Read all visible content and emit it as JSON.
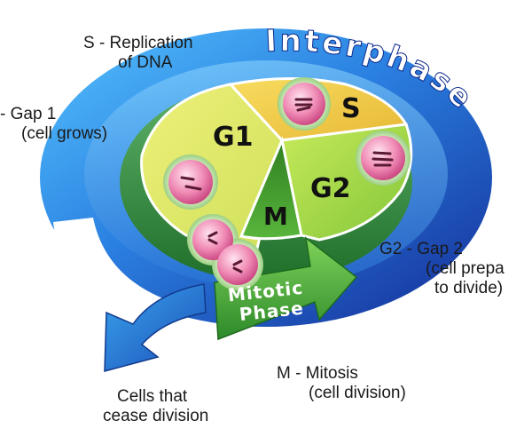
{
  "ring_title": "Interphase",
  "phases": {
    "g1": "G1",
    "s": "S",
    "g2": "G2",
    "m": "M"
  },
  "mitotic": {
    "line1": "Mitotic",
    "line2": "Phase"
  },
  "labels": {
    "s_replication": {
      "line1": "S - Replication",
      "line2": "of DNA"
    },
    "g1_gap": {
      "line1": "- Gap 1",
      "line2": "(cell grows)"
    },
    "g2_gap": {
      "line1": "G2 - Gap 2",
      "line2": "(cell prepa",
      "line3": "to divide)"
    },
    "m_mitosis": {
      "line1": "M - Mitosis",
      "line2": "(cell division)"
    },
    "cease": {
      "line1": "Cells that",
      "line2": "cease division"
    }
  },
  "colors": {
    "ring_blue_dark": "#1d3fb0",
    "ring_blue_light": "#36a6f0",
    "g1_yellow": "#e8e86a",
    "s_gold": "#f2cd4a",
    "g2_green": "#a9dc4a",
    "m_green": "#3f9d2a",
    "arrow_green": "#45a83a",
    "cell_pink": "#e4669a"
  }
}
